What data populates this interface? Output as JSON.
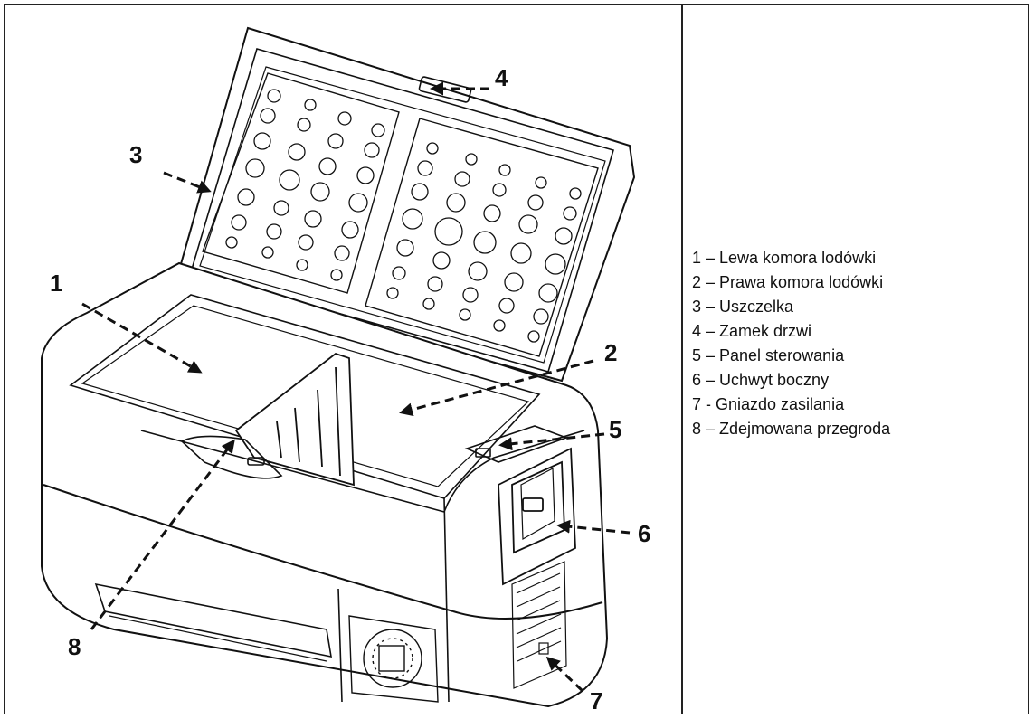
{
  "callouts": {
    "n1": "1",
    "n2": "2",
    "n3": "3",
    "n4": "4",
    "n5": "5",
    "n6": "6",
    "n7": "7",
    "n8": "8"
  },
  "legend": [
    "1 – Lewa komora lodówki",
    "2 – Prawa komora lodówki",
    "3 – Uszczelka",
    "4 – Zamek drzwi",
    "5 – Panel sterowania",
    "6 – Uchwyt boczny",
    "7 - Gniazdo zasilania",
    "8 – Zdejmowana przegroda"
  ]
}
